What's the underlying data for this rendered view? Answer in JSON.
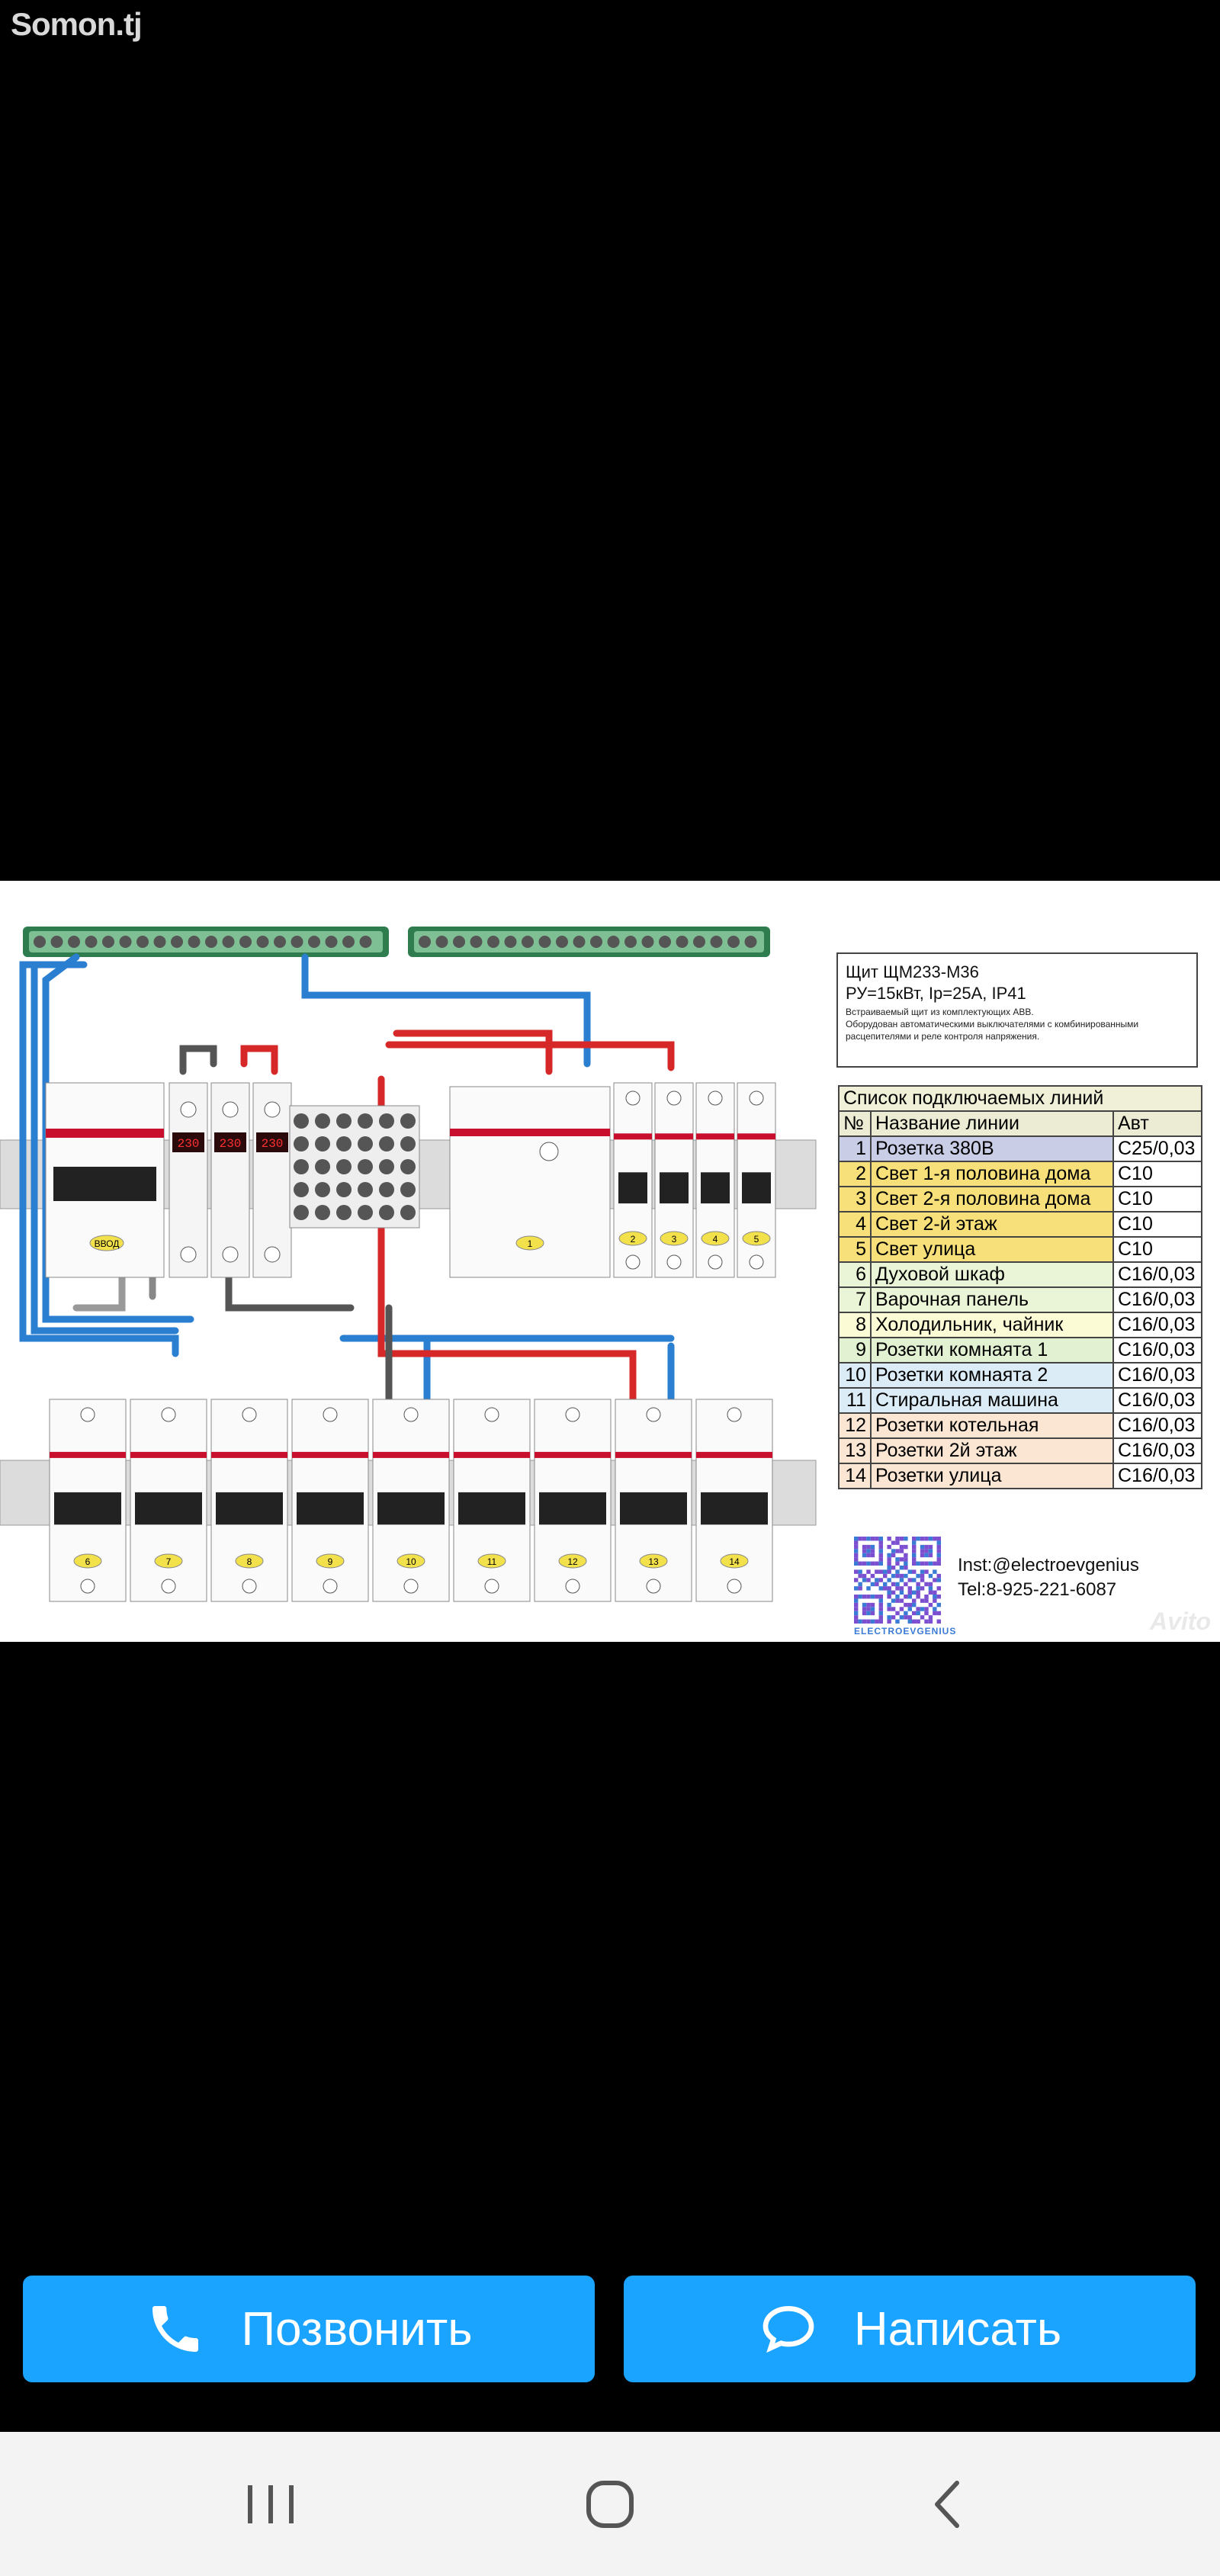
{
  "watermark": "Somon.tj",
  "image": {
    "info": {
      "title": "Щит ЩМ233-М36",
      "spec": "РУ=15кВт, Iр=25А, IP41",
      "desc_line1": "Встраиваемый щит из комплектующих ABB.",
      "desc_line2": "Оборудован автоматическими выключателями с комбинированными",
      "desc_line3": "расцепителями и реле контроля напряжения."
    },
    "table": {
      "caption": "Список подключаемых линий",
      "headers": [
        "№",
        "Название линии",
        "Авт"
      ],
      "rows": [
        {
          "num": "1",
          "name": "Розетка 380В",
          "rating": "С25/0,03",
          "color": "#c9cde6"
        },
        {
          "num": "2",
          "name": "Свет 1-я половина дома",
          "rating": "С10",
          "color": "#f7e07a"
        },
        {
          "num": "3",
          "name": "Свет 2-я половина дома",
          "rating": "С10",
          "color": "#f7e07a"
        },
        {
          "num": "4",
          "name": "Свет 2-й этаж",
          "rating": "С10",
          "color": "#f7e07a"
        },
        {
          "num": "5",
          "name": "Свет улица",
          "rating": "С10",
          "color": "#f7e07a"
        },
        {
          "num": "6",
          "name": "Духовой шкаф",
          "rating": "С16/0,03",
          "color": "#eaf4d6"
        },
        {
          "num": "7",
          "name": "Варочная панель",
          "rating": "С16/0,03",
          "color": "#eaf4d6"
        },
        {
          "num": "8",
          "name": "Холодильник, чайник",
          "rating": "С16/0,03",
          "color": "#fbfbd6"
        },
        {
          "num": "9",
          "name": "Розетки комнаята 1",
          "rating": "С16/0,03",
          "color": "#e2f1d2"
        },
        {
          "num": "10",
          "name": "Розетки комнаята 2",
          "rating": "С16/0,03",
          "color": "#dcecf6"
        },
        {
          "num": "11",
          "name": "Стиральная машина",
          "rating": "С16/0,03",
          "color": "#dcecf6"
        },
        {
          "num": "12",
          "name": "Розетки котельная",
          "rating": "С16/0,03",
          "color": "#fbe6d4"
        },
        {
          "num": "13",
          "name": "Розетки 2й этаж",
          "rating": "С16/0,03",
          "color": "#fbe6d4"
        },
        {
          "num": "14",
          "name": "Розетки улица",
          "rating": "С16/0,03",
          "color": "#fbe6d4"
        }
      ]
    },
    "board_labels": {
      "main": "ВВОД",
      "top_line_labels": [
        "1",
        "2",
        "3",
        "4",
        "5"
      ],
      "bottom_line_labels": [
        "6",
        "7",
        "8",
        "9",
        "10",
        "11",
        "12",
        "13",
        "14"
      ],
      "relay_display": "230"
    },
    "contact": {
      "instagram": "Inst:@electroevgenius",
      "tel": "Tel:8-925-221-6087",
      "qr_label": "ELECTROEVGENIUS"
    },
    "avito": "Avito"
  },
  "buttons": {
    "call": "Позвонить",
    "write": "Написать",
    "accent": "#1aa3ff"
  },
  "nav": {
    "recent_icon": "recent-apps-icon",
    "home_icon": "home-icon",
    "back_icon": "back-icon"
  }
}
